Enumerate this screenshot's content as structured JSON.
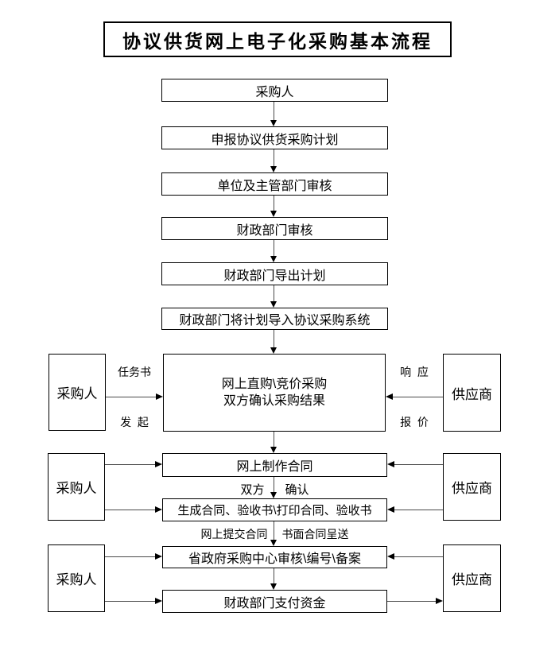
{
  "title": "协议供货网上电子化采购基本流程",
  "colors": {
    "border": "#000000",
    "line": "#4a4a4a",
    "arrow": "#000000",
    "background": "#ffffff",
    "text": "#000000"
  },
  "top_flow": [
    "采购人",
    "申报协议供货采购计划",
    "单位及主管部门审核",
    "财政部门审核",
    "财政部门导出计划",
    "财政部门将计划导入协议采购系统"
  ],
  "section1": {
    "left_actor": "采购人",
    "right_actor": "供应商",
    "center_line1": "网上直购\\竞价采购",
    "center_line2": "双方确认采购结果",
    "label_left_top": "任务书",
    "label_left_bottom": "发  起",
    "label_right_top": "响  应",
    "label_right_bottom": "报  价"
  },
  "section2": {
    "left_actor": "采购人",
    "right_actor": "供应商",
    "box_make_contract": "网上制作合同",
    "label_confirm_left": "双方",
    "label_confirm_right": "确认",
    "box_generate_contract": "生成合同、验收书\\打印合同、验收书",
    "label_submit_left": "网上提交合同",
    "label_submit_right": "书面合同呈送"
  },
  "section3": {
    "left_actor": "采购人",
    "right_actor": "供应商",
    "box_center_review": "省政府采购中心审核\\编号\\备案",
    "box_finance_pay": "财政部门支付资金"
  }
}
